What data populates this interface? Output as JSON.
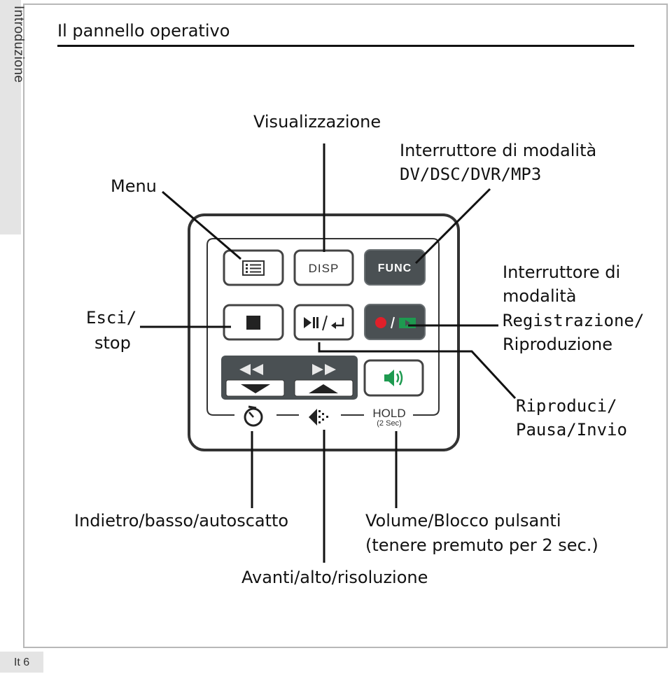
{
  "sidebar": {
    "tab_label": "Introduzione"
  },
  "footer": {
    "page_number": "It 6"
  },
  "section": {
    "title": "Il pannello operativo"
  },
  "panel_buttons": {
    "disp": "DISP",
    "func": "FUNC",
    "hold": "HOLD",
    "hold_sub": "(2 Sec)",
    "menu_icon": "list-icon",
    "stop_icon": "stop-icon",
    "play_pause_icon": "play-pause-enter-icon",
    "record_icon": "record-playback-icon",
    "rewind_icon": "rewind-icon",
    "fast_forward_icon": "fast-forward-icon",
    "down_icon": "down-arrow-icon",
    "up_icon": "up-arrow-icon",
    "volume_icon": "speaker-icon",
    "self_timer_icon": "self-timer-icon",
    "resolution_icon": "resolution-icon"
  },
  "labels": {
    "visualizzazione": "Visualizzazione",
    "menu": "Menu",
    "mode_switch_line1": "Interruttore di modalità",
    "mode_switch_line2": "DV/DSC/DVR/MP3",
    "esci_line1": "Esci/",
    "esci_line2": "stop",
    "rec_switch_line1": "Interruttore di",
    "rec_switch_line2": "modalità",
    "rec_switch_line3": "Registrazione/",
    "rec_switch_line4": "Riproduzione",
    "play_line1": "Riproduci/",
    "play_line2": "Pausa/Invio",
    "back": "Indietro/basso/autoscatto",
    "volume_line1": "Volume/Blocco pulsanti",
    "volume_line2": "(tenere premuto per 2 sec.)",
    "forward": "Avanti/alto/risoluzione"
  },
  "colors": {
    "dark_button": "#4a5053",
    "record_red": "#e0202a",
    "playback_green": "#1e9a50",
    "volume_green": "#1e9a50"
  }
}
